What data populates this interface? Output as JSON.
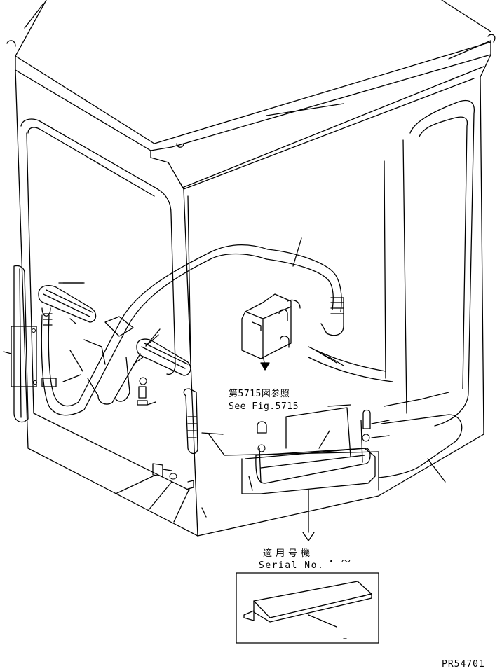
{
  "figure": {
    "reference_label_jp": "第5715図参照",
    "reference_label_en": "See Fig.5715",
    "serial_label_jp": "適用号機",
    "serial_label_en": "Serial No.",
    "serial_value": "・ ～",
    "figure_code": "PR54701"
  }
}
